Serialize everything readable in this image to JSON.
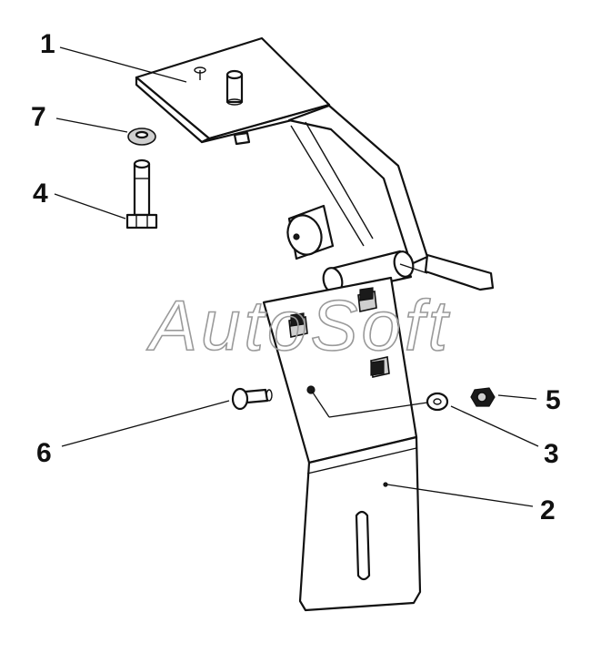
{
  "callouts": {
    "c1": "1",
    "c2": "2",
    "c3": "3",
    "c4": "4",
    "c5": "5",
    "c6": "6",
    "c7": "7"
  },
  "watermark": "AutoSoft",
  "colors": {
    "line": "#111111",
    "background": "#ffffff",
    "watermark_outline": "#9a9a9a"
  }
}
